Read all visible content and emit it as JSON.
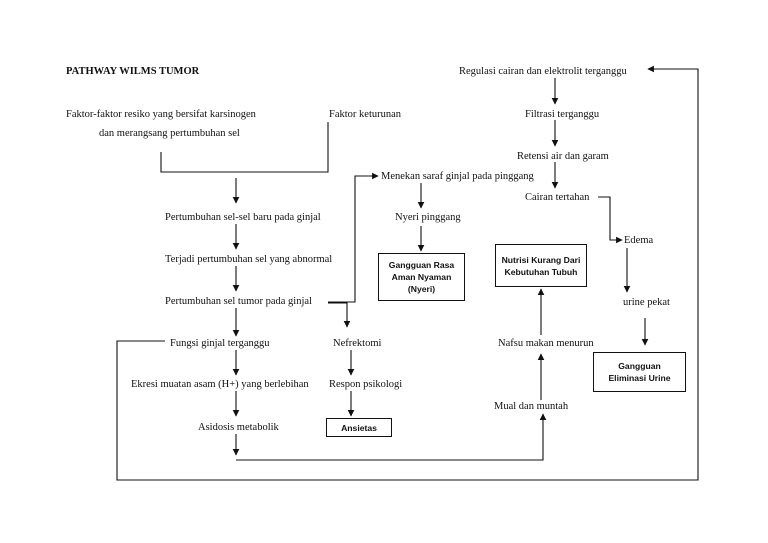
{
  "title": "PATHWAY WILMS TUMOR",
  "nodes": {
    "risk_factor_1": "Faktor-faktor resiko yang bersifat karsinogen",
    "risk_factor_2": "dan merangsang pertumbuhan sel",
    "hereditary": "Faktor keturunan",
    "new_cells": "Pertumbuhan sel-sel baru pada ginjal",
    "abnormal_growth": "Terjadi pertumbuhan sel yang abnormal",
    "tumor_growth": "Pertumbuhan sel tumor pada ginjal",
    "kidney_dysfunction": "Fungsi ginjal terganggu",
    "acid_excretion": "Ekresi muatan asam (H+) yang berlebihan",
    "metabolic_acidosis": "Asidosis metabolik",
    "nerve_compression": "Menekan saraf ginjal pada pinggang",
    "flank_pain": "Nyeri pinggang",
    "nephrectomy": "Nefrektomi",
    "psych_response": "Respon psikologi",
    "fluid_regulation": "Regulasi cairan dan elektrolit terganggu",
    "filtration": "Filtrasi terganggu",
    "retention": "Retensi air dan garam",
    "fluid_retained": "Cairan tertahan",
    "edema": "Edema",
    "concentrated_urine": "urine pekat",
    "appetite_loss": "Nafsu makan menurun",
    "nausea": "Mual dan muntah"
  },
  "boxes": {
    "comfort": "Gangguan Rasa\nAman Nyaman\n(Nyeri)",
    "nutrition": "Nutrisi Kurang Dari\nKebutuhan Tubuh",
    "elimination": "Gangguan\nEliminasi Urine",
    "anxiety": "Ansietas"
  }
}
